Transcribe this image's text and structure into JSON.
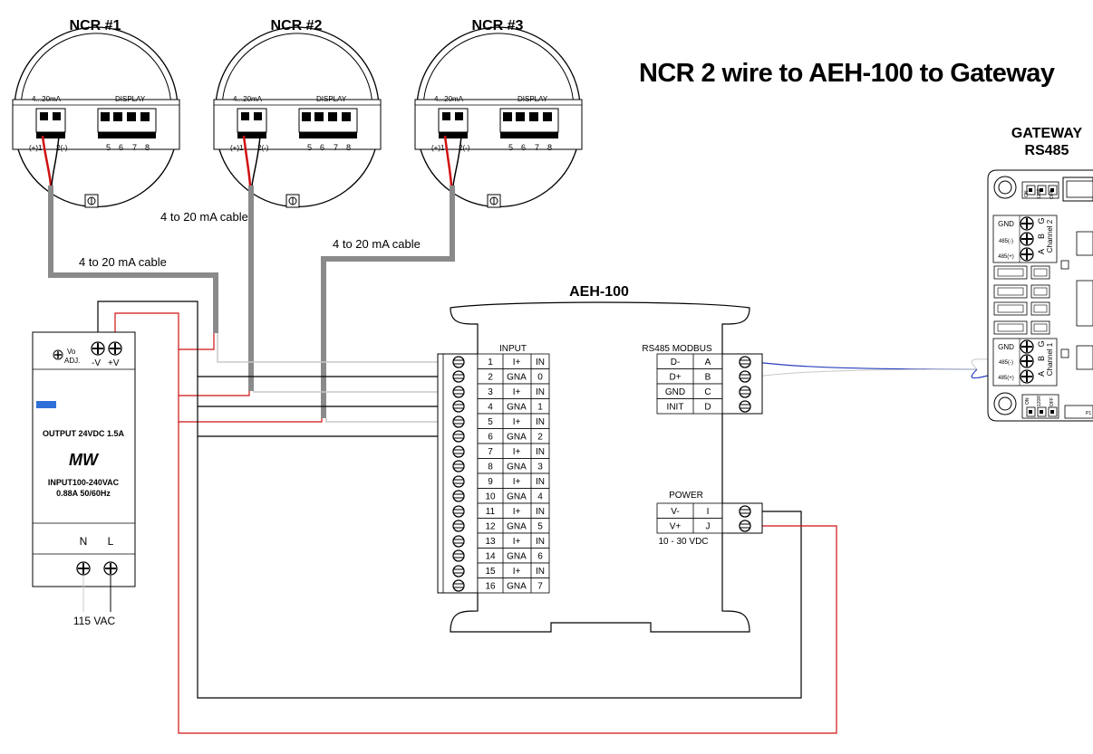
{
  "title": "NCR 2 wire to AEH-100 to Gateway",
  "sensors": [
    {
      "label": "NCR #1",
      "terminal_label": "4...20mA",
      "display_label": "DISPLAY",
      "pin_left": "(+)1",
      "pin_right": "2(-)",
      "display_pins": [
        "5",
        "6",
        "7",
        "8"
      ]
    },
    {
      "label": "NCR #2",
      "terminal_label": "4...20mA",
      "display_label": "DISPLAY",
      "pin_left": "(+)1",
      "pin_right": "2(-)",
      "display_pins": [
        "5",
        "6",
        "7",
        "8"
      ]
    },
    {
      "label": "NCR #3",
      "terminal_label": "4...20mA",
      "display_label": "DISPLAY",
      "pin_left": "(+)1",
      "pin_right": "2(-)",
      "display_pins": [
        "5",
        "6",
        "7",
        "8"
      ]
    }
  ],
  "cables": [
    "4 to 20 mA cable",
    "4 to 20 mA cable",
    "4 to 20 mA cable"
  ],
  "psu": {
    "vo_label": "Vo",
    "adj_label": "ADJ.",
    "neg_label": "-V",
    "pos_label": "+V",
    "output": "OUTPUT 24VDC 1.5A",
    "brand": "MW",
    "input_line1": "INPUT100-240VAC",
    "input_line2": "0.88A 50/60Hz",
    "n_label": "N",
    "l_label": "L",
    "supply": "115 VAC"
  },
  "aeh": {
    "title": "AEH-100",
    "input_header": "INPUT",
    "input_rows": [
      [
        "1",
        "I+",
        "IN"
      ],
      [
        "2",
        "GNA",
        "0"
      ],
      [
        "3",
        "I+",
        "IN"
      ],
      [
        "4",
        "GNA",
        "1"
      ],
      [
        "5",
        "I+",
        "IN"
      ],
      [
        "6",
        "GNA",
        "2"
      ],
      [
        "7",
        "I+",
        "IN"
      ],
      [
        "8",
        "GNA",
        "3"
      ],
      [
        "9",
        "I+",
        "IN"
      ],
      [
        "10",
        "GNA",
        "4"
      ],
      [
        "11",
        "I+",
        "IN"
      ],
      [
        "12",
        "GNA",
        "5"
      ],
      [
        "13",
        "I+",
        "IN"
      ],
      [
        "14",
        "GNA",
        "6"
      ],
      [
        "15",
        "I+",
        "IN"
      ],
      [
        "16",
        "GNA",
        "7"
      ]
    ],
    "rs485_header": "RS485 MODBUS",
    "rs485_rows": [
      [
        "D-",
        "A"
      ],
      [
        "D+",
        "B"
      ],
      [
        "GND",
        "C"
      ],
      [
        "INIT",
        "D"
      ]
    ],
    "power_header": "POWER",
    "power_rows": [
      [
        "V-",
        "I"
      ],
      [
        "V+",
        "J"
      ]
    ],
    "power_range": "10 - 30 VDC"
  },
  "gateway": {
    "title_line1": "GATEWAY",
    "title_line2": "RS485",
    "ch2_label": "Channel 2",
    "ch1_label": "Channel 1",
    "rows_ch2": [
      [
        "GND",
        "G"
      ],
      [
        "485(-)",
        "B"
      ],
      [
        "485(+)",
        "A"
      ]
    ],
    "rows_ch1": [
      [
        "GND",
        "G"
      ],
      [
        "485(-)",
        "B"
      ],
      [
        "485(+)",
        "A"
      ]
    ],
    "switch_labels": [
      "ON",
      "120R",
      "OFF"
    ],
    "p1_label": "P1"
  },
  "colors": {
    "cable_gray": "#8a8a8a",
    "wire_red": "#d01010",
    "wire_black": "#000000",
    "wire_white": "#c8c8c8",
    "rs485_blue": "#2a3fbf"
  }
}
